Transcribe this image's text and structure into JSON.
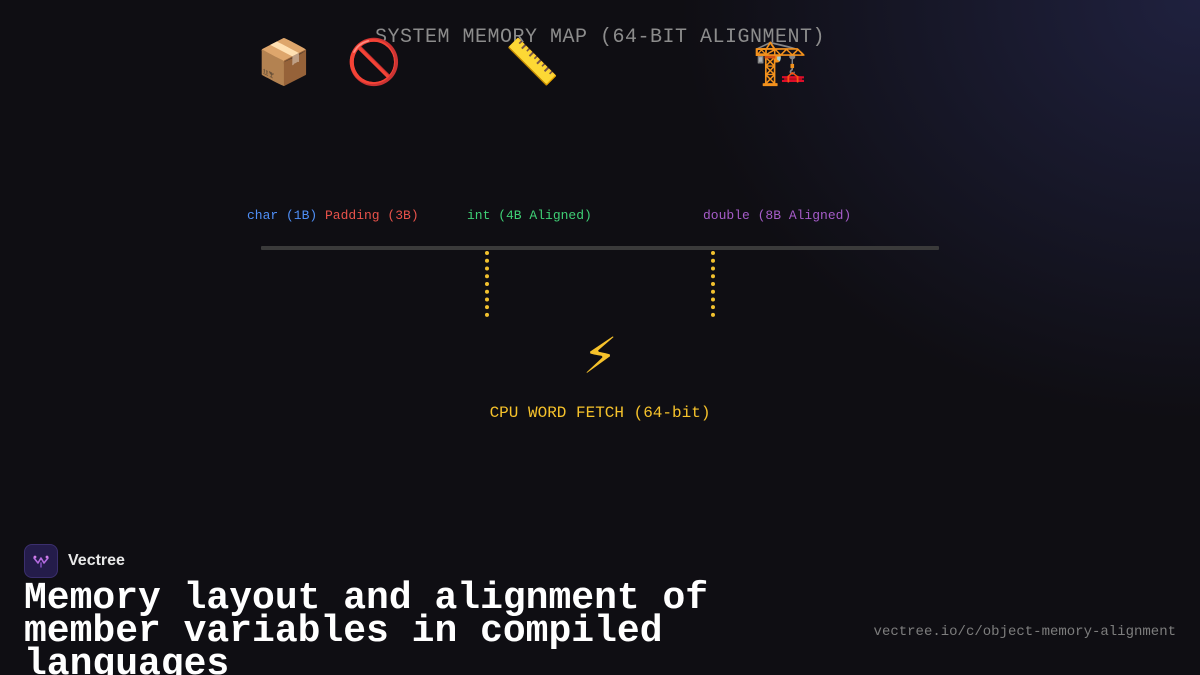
{
  "diagram": {
    "title": "SYSTEM MEMORY MAP (64-BIT ALIGNMENT)",
    "icons": [
      {
        "name": "package-icon",
        "glyph": "📦"
      },
      {
        "name": "no-entry-icon",
        "glyph": "🚫"
      },
      {
        "name": "ruler-icon",
        "glyph": "📏"
      },
      {
        "name": "crane-icon",
        "glyph": "🏗️"
      }
    ],
    "segments": [
      {
        "label": "char (1B)",
        "color": "#4f8ff7"
      },
      {
        "label": "Padding (3B)",
        "color": "#e8524a"
      },
      {
        "label": "int (4B Aligned)",
        "color": "#3fcf75"
      },
      {
        "label": "double (8B Aligned)",
        "color": "#a65cc9"
      }
    ],
    "cpu": {
      "icon": "⚡",
      "label": "CPU WORD FETCH (64-bit)",
      "color": "#f6c22b"
    }
  },
  "footer": {
    "brand": "Vectree",
    "title": "Memory layout and alignment of member variables in compiled languages",
    "url": "vectree.io/c/object-memory-alignment"
  }
}
